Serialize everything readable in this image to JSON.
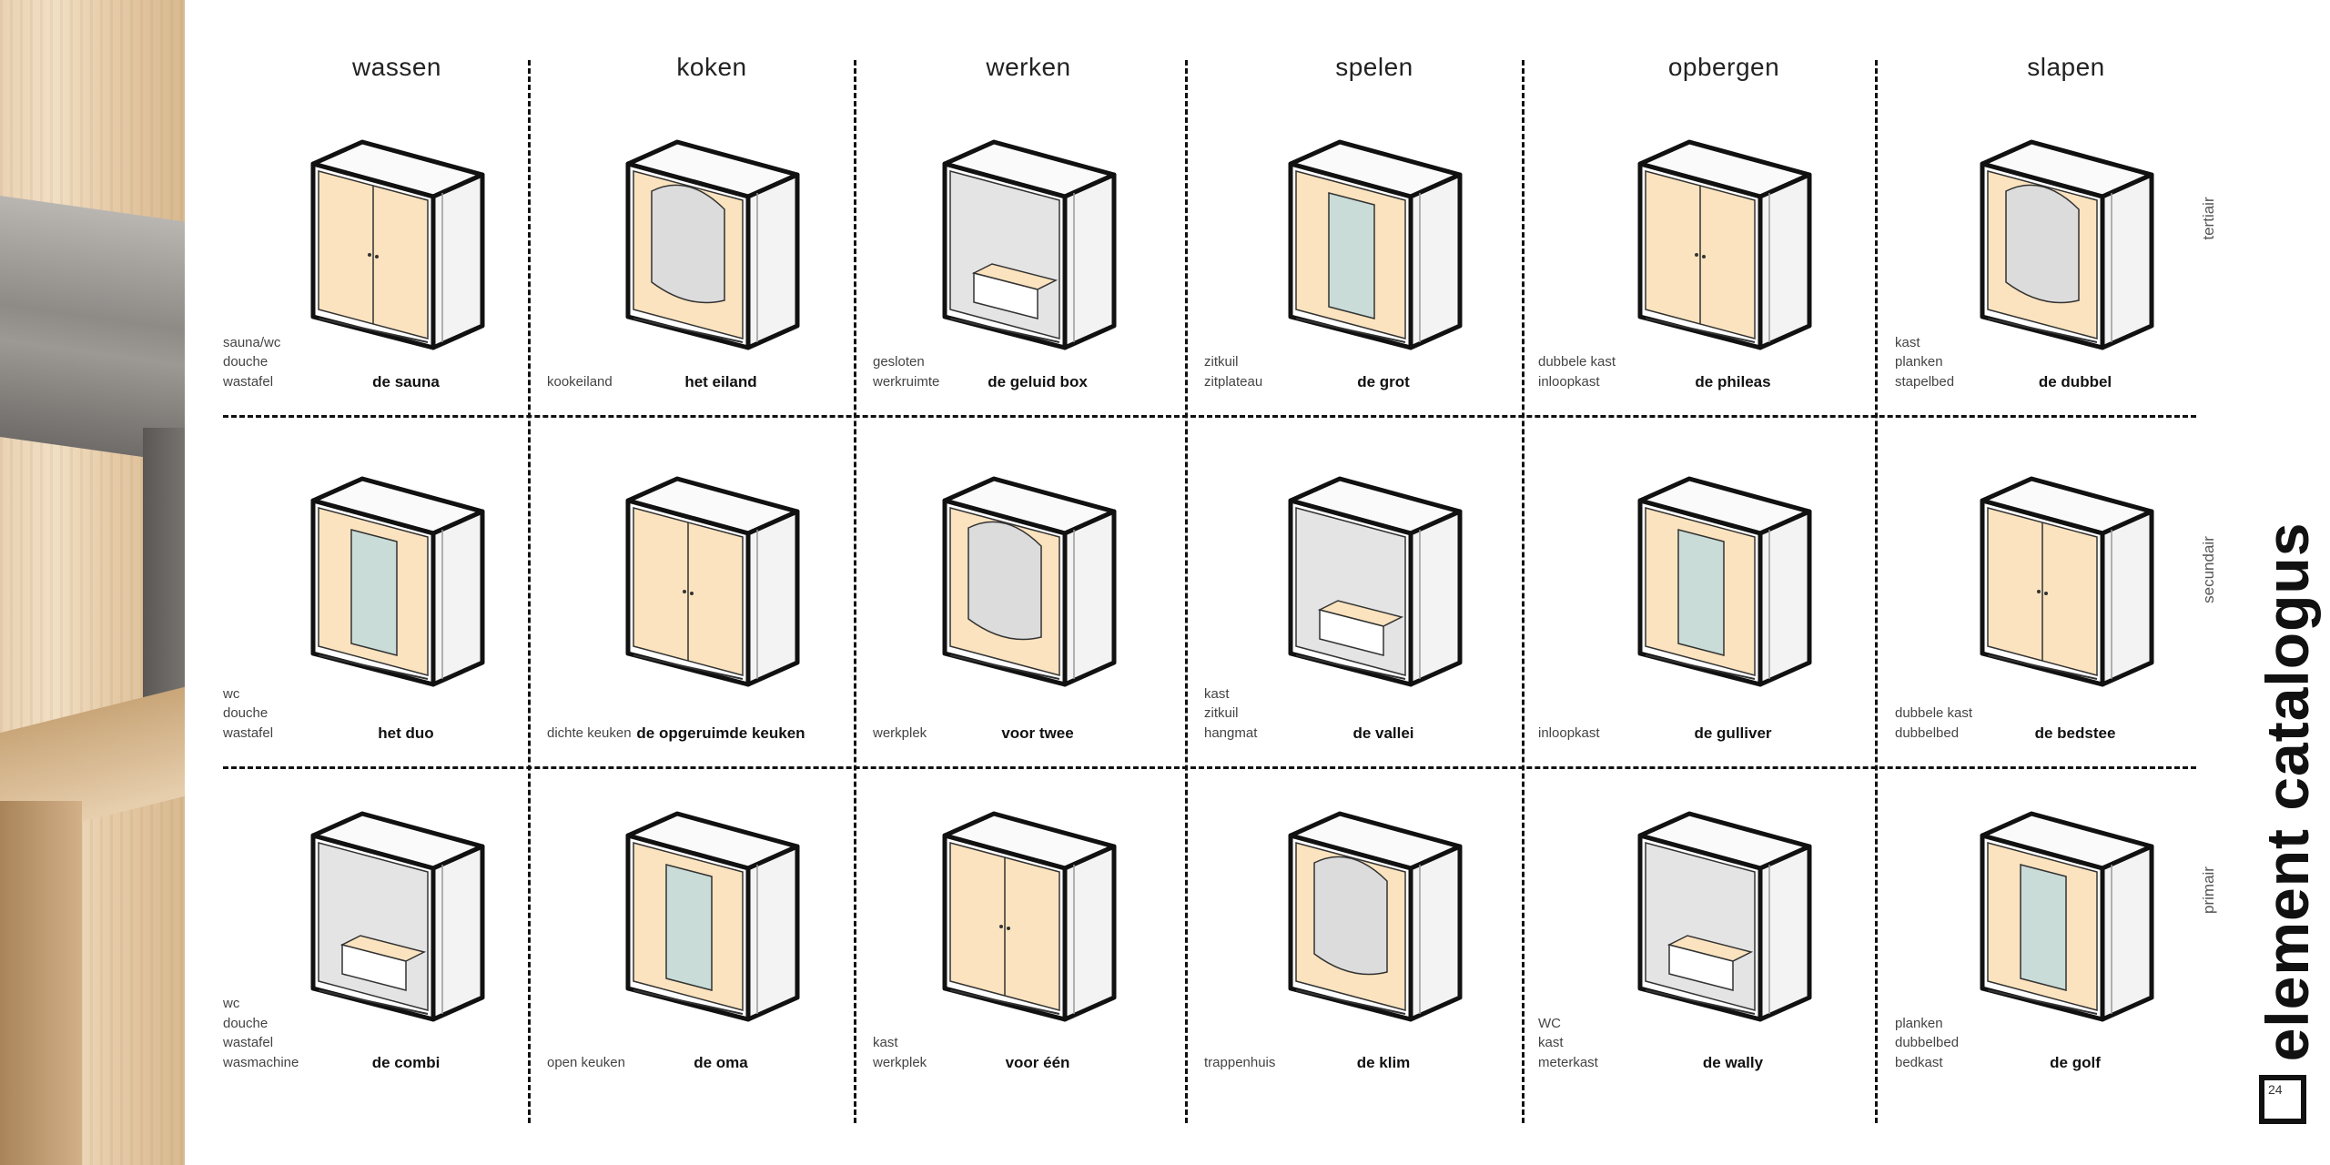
{
  "title": "element catalogus",
  "page_number": "24",
  "row_labels": [
    "tertiair",
    "secundair",
    "primair"
  ],
  "colors": {
    "panel": "#fbe3bf",
    "glass": "#c9dcd8",
    "side": "#f3f3f3",
    "top": "#fafafa",
    "line": "#111111"
  },
  "columns": [
    {
      "header": "wassen",
      "cells": [
        {
          "name": "de sauna",
          "features": [
            "sauna/wc",
            "douche",
            "wastafel"
          ]
        },
        {
          "name": "het duo",
          "features": [
            "wc",
            "douche",
            "wastafel"
          ]
        },
        {
          "name": "de combi",
          "features": [
            "wc",
            "douche",
            "wastafel",
            "wasmachine"
          ]
        }
      ]
    },
    {
      "header": "koken",
      "cells": [
        {
          "name": "het eiland",
          "features": [
            "kookeiland"
          ]
        },
        {
          "name": "de opgeruimde keuken",
          "features": [
            "dichte keuken"
          ]
        },
        {
          "name": "de oma",
          "features": [
            "open keuken"
          ]
        }
      ]
    },
    {
      "header": "werken",
      "cells": [
        {
          "name": "de geluid box",
          "features": [
            "gesloten",
            "werkruimte"
          ]
        },
        {
          "name": "voor twee",
          "features": [
            "werkplek"
          ]
        },
        {
          "name": "voor één",
          "features": [
            "kast",
            "werkplek"
          ]
        }
      ]
    },
    {
      "header": "spelen",
      "cells": [
        {
          "name": "de grot",
          "features": [
            "zitkuil",
            "zitplateau"
          ]
        },
        {
          "name": "de vallei",
          "features": [
            "kast",
            "zitkuil",
            "hangmat"
          ]
        },
        {
          "name": "de klim",
          "features": [
            "trappenhuis"
          ]
        }
      ]
    },
    {
      "header": "opbergen",
      "cells": [
        {
          "name": "de phileas",
          "features": [
            "dubbele kast",
            "inloopkast"
          ]
        },
        {
          "name": "de gulliver",
          "features": [
            "inloopkast"
          ]
        },
        {
          "name": "de wally",
          "features": [
            "WC",
            "kast",
            "meterkast"
          ]
        }
      ]
    },
    {
      "header": "slapen",
      "cells": [
        {
          "name": "de dubbel",
          "features": [
            "kast",
            "planken",
            "stapelbed"
          ]
        },
        {
          "name": "de bedstee",
          "features": [
            "dubbele kast",
            "dubbelbed"
          ]
        },
        {
          "name": "de golf",
          "features": [
            "planken",
            "dubbelbed",
            "bedkast"
          ]
        }
      ]
    }
  ]
}
